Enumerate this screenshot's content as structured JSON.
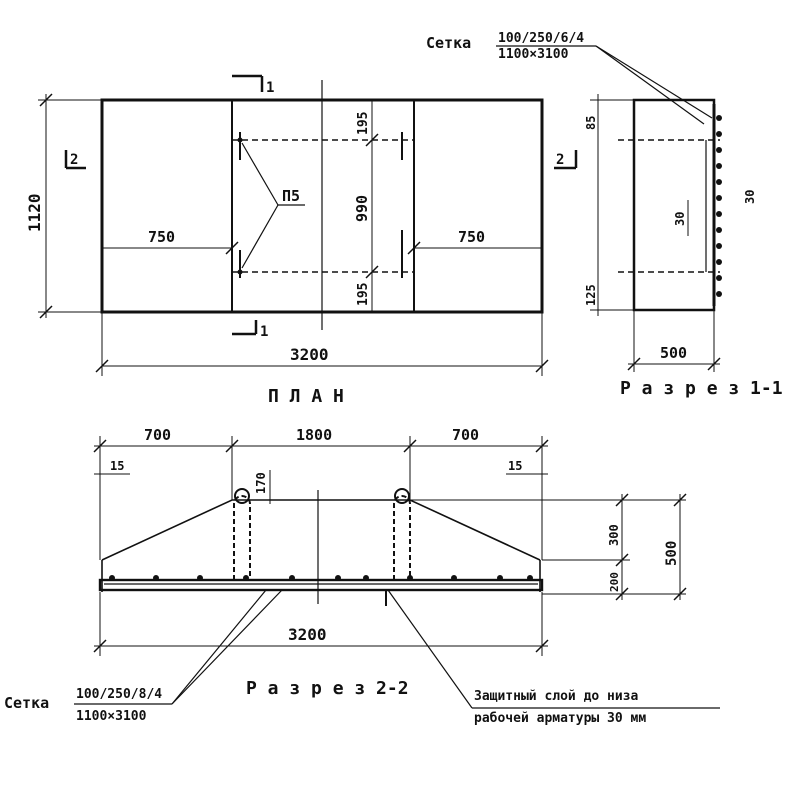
{
  "plan": {
    "title": "П Л А Н",
    "width_dim": "3200",
    "height_dim": "1120",
    "left_bay": "750",
    "right_bay": "750",
    "mid_span": "990",
    "top_offset": "195",
    "bottom_offset": "195",
    "loop_mark": "П5",
    "cut1_top": "1",
    "cut1_bottom": "1",
    "cut2_left": "2",
    "cut2_right": "2"
  },
  "section11": {
    "title": "Р а з р е з 1-1",
    "width_dim": "500",
    "top_dim": "85",
    "bottom_dim": "125",
    "mid_dim": "30",
    "side_dim": "30",
    "mesh_label": "Сетка",
    "mesh_top": "100/250/6/4",
    "mesh_bottom": "1100×3100"
  },
  "section22": {
    "title": "Р а з р е з 2-2",
    "left_dim": "700",
    "mid_dim": "1800",
    "right_dim": "700",
    "left_edge": "15",
    "right_edge": "15",
    "loop_dim": "170",
    "total_dim": "3200",
    "height_total": "500",
    "height_top": "300",
    "height_bottom": "200",
    "mesh_label": "Сетка",
    "mesh_top": "100/250/8/4",
    "mesh_bottom": "1100×3100",
    "cover_note_1": "Защитный слой до низа",
    "cover_note_2": "рабочей арматуры 30 мм"
  }
}
